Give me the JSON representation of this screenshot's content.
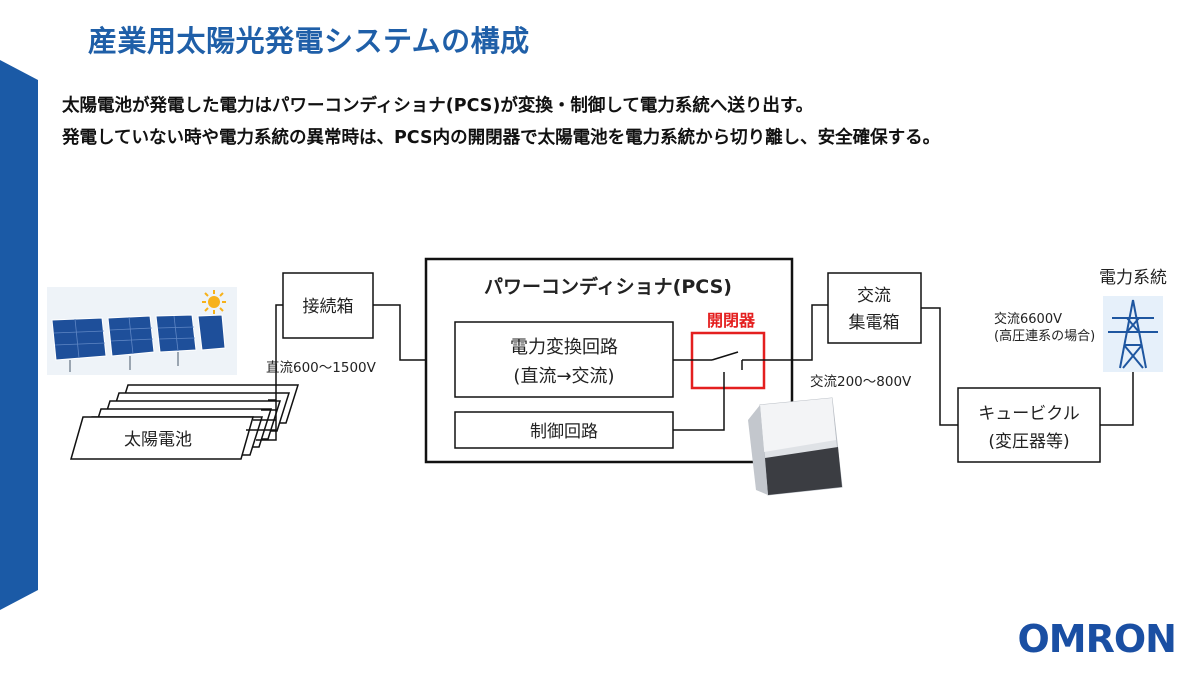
{
  "title": "産業用太陽光発電システムの構成",
  "lead": [
    "太陽電池が発電した電力はパワーコンディショナ(PCS)が変換・制御して電力系統へ送り出す。",
    "発電していない時や電力系統の異常時は、PCS内の開閉器で太陽電池を電力系統から切り離し、安全確保する。"
  ],
  "diagram": {
    "solar_cells": "太陽電池",
    "junction_box": "接続箱",
    "dc_voltage": "直流600～1500V",
    "pcs_title": "パワーコンディショナ(PCS)",
    "power_conversion_line1": "電力変換回路",
    "power_conversion_line2": "(直流→交流)",
    "switch_label": "開閉器",
    "control_circuit": "制御回路",
    "ac_voltage": "交流200～800V",
    "ac_collector_line1": "交流",
    "ac_collector_line2": "集電箱",
    "cubicle_line1": "キュービクル",
    "cubicle_line2": "(変圧器等)",
    "grid": "電力系統",
    "grid_voltage_line1": "交流6600V",
    "grid_voltage_line2": "(高圧連系の場合)"
  },
  "logo": "OMRON",
  "colors": {
    "title": "#1f5fa8",
    "accent_bar": "#1b5aa6",
    "switch_highlight": "#e41f1f",
    "logo": "#1a4fa3"
  },
  "icons": [
    "sun-icon",
    "solar-panel-image",
    "transmission-tower-icon",
    "pcs-device-image"
  ]
}
